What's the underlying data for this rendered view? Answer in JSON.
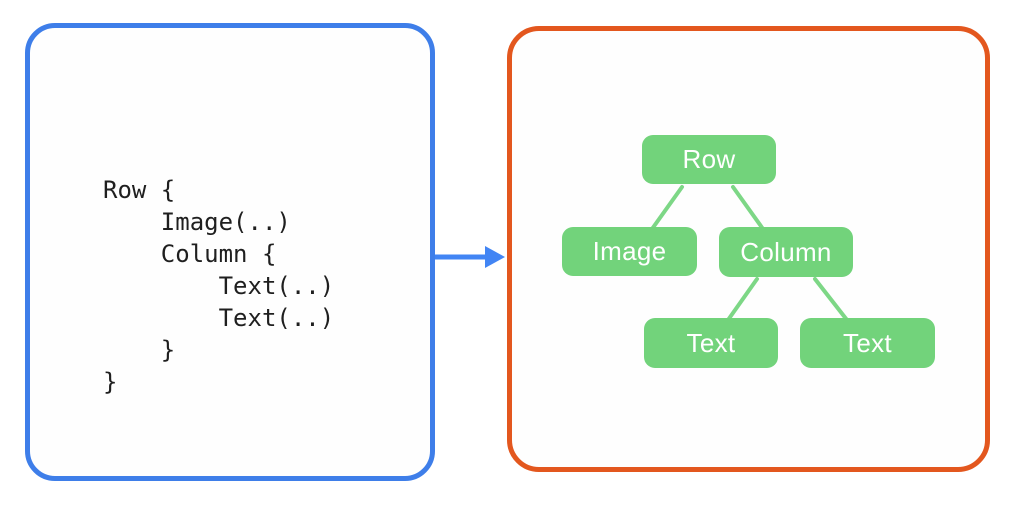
{
  "left_panel": {
    "code": "Row {\n    Image(..)\n    Column {\n        Text(..)\n        Text(..)\n    }\n}"
  },
  "arrow": {
    "direction": "right"
  },
  "right_panel": {
    "nodes": [
      {
        "label": "Row"
      },
      {
        "label": "Image"
      },
      {
        "label": "Column"
      },
      {
        "label": "Text"
      },
      {
        "label": "Text"
      }
    ]
  },
  "colors": {
    "code_box_border": "#3e7ee9",
    "tree_box_border": "#e3571e",
    "node_fill": "#72d37b",
    "connector_line": "#7dd786",
    "arrow_blue": "#4285f4",
    "code_text": "#1f1f1f",
    "node_text": "#ffffff",
    "background": "#ffffff"
  }
}
